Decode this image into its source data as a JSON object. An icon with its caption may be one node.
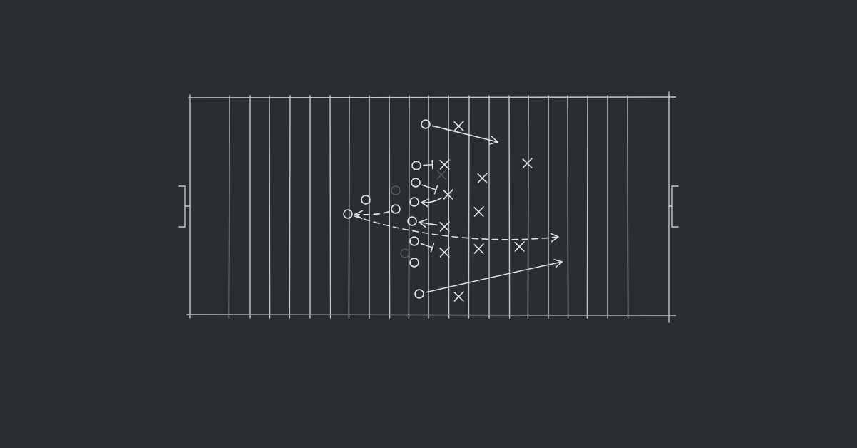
{
  "diagram": {
    "nodes": [
      {
        "text": [],
        "shape": "circle"
      },
      {
        "text": [],
        "shape": "cross"
      },
      {
        "text": [],
        "shape": "circle"
      },
      {
        "text": [],
        "shape": "cross"
      },
      {
        "text": [],
        "shape": "cross"
      },
      {
        "text": [],
        "shape": "cross"
      },
      {
        "text": [],
        "shape": "circle"
      },
      {
        "text": [],
        "shape": "circle"
      },
      {
        "text": [],
        "shape": "circle"
      },
      {
        "text": [],
        "shape": "cross"
      },
      {
        "text": [],
        "shape": "circle"
      },
      {
        "text": [],
        "shape": "circle"
      },
      {
        "text": [],
        "shape": "cross"
      },
      {
        "text": [],
        "shape": "circle"
      },
      {
        "text": [],
        "shape": "cross"
      },
      {
        "text": [],
        "shape": "circle"
      },
      {
        "text": [],
        "shape": "cross"
      },
      {
        "text": [],
        "shape": "cross"
      },
      {
        "text": [],
        "shape": "cross"
      },
      {
        "text": [],
        "shape": "circle"
      },
      {
        "text": [],
        "shape": "circle"
      },
      {
        "text": [],
        "shape": "cross"
      }
    ],
    "edges": [
      {
        "from": 0,
        "to": null,
        "arrow": "to"
      },
      {
        "from": 2,
        "to": 3,
        "arrow": "other"
      },
      {
        "from": 6,
        "to": 9,
        "arrow": "other"
      },
      {
        "from": 9,
        "to": 8,
        "arrow": "to"
      },
      {
        "from": 11,
        "to": 10,
        "arrow": "to",
        "style": "dashed"
      },
      {
        "from": 10,
        "to": null,
        "arrow": "to",
        "style": "dashed"
      },
      {
        "from": 14,
        "to": 13,
        "arrow": "to"
      },
      {
        "from": 15,
        "to": 18,
        "arrow": "other"
      },
      {
        "from": 20,
        "to": null,
        "arrow": "to"
      }
    ]
  }
}
